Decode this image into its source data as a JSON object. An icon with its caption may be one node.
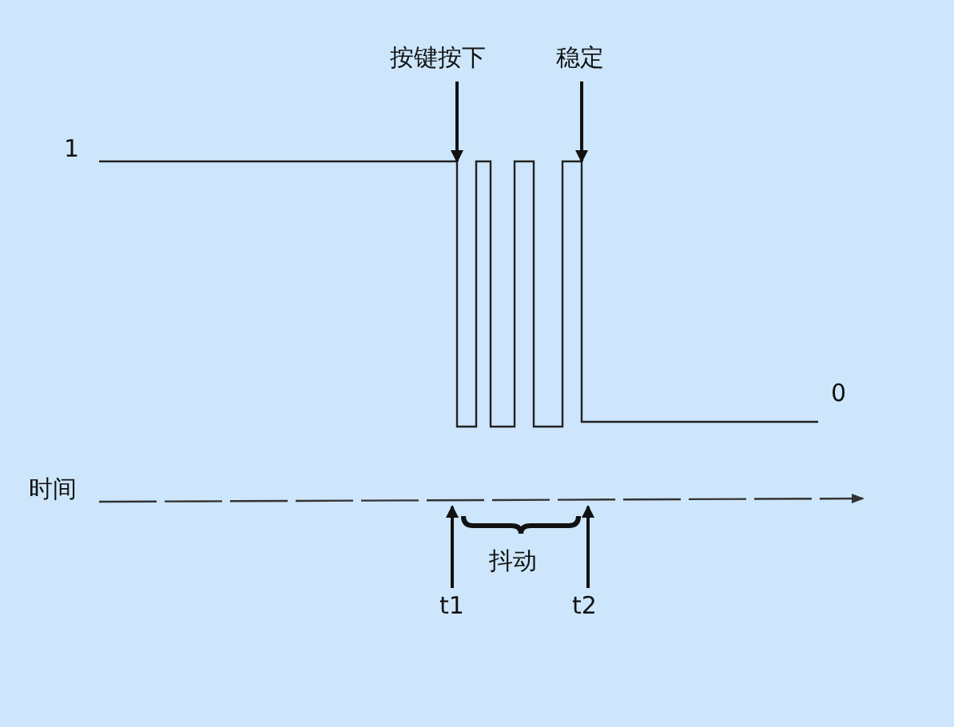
{
  "diagram": {
    "nodes": [
      {
        "text": [
          "按键按下"
        ]
      },
      {
        "text": [
          "稳定"
        ]
      },
      {
        "text": [
          "t1"
        ]
      },
      {
        "text": [
          "t2"
        ]
      }
    ],
    "edges": [
      {
        "from": 0,
        "to": null,
        "arrow": "to"
      },
      {
        "from": 1,
        "to": null,
        "arrow": "to"
      },
      {
        "from": 2,
        "to": null,
        "arrow": "to"
      },
      {
        "from": 3,
        "to": null,
        "arrow": "to"
      }
    ],
    "labels": [
      "1",
      "0",
      "时间",
      "抖动"
    ]
  }
}
